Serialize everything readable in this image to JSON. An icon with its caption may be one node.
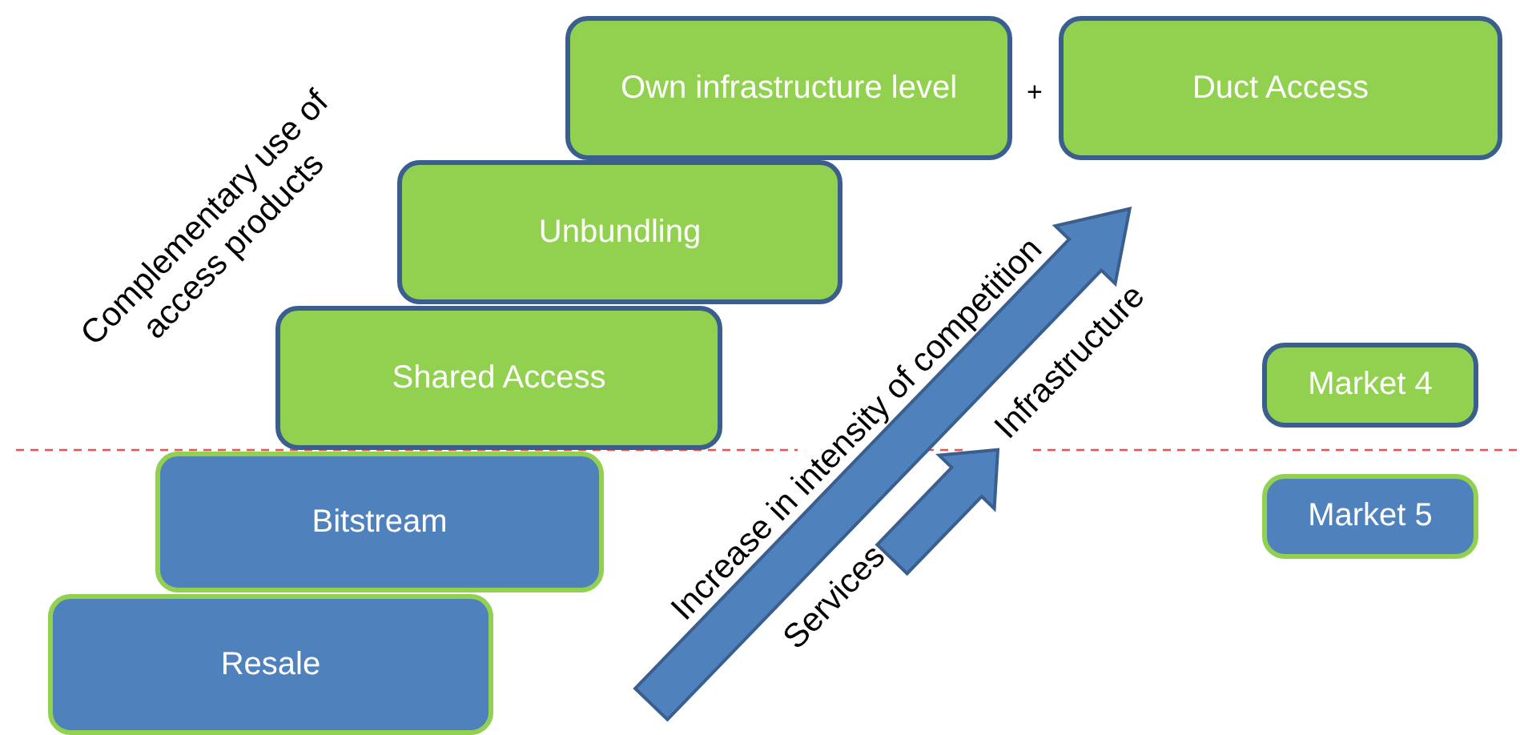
{
  "diagram": {
    "nodes": [
      {
        "text": [
          "Own infrastructure level"
        ]
      },
      {
        "text": [
          "Duct Access"
        ]
      },
      {
        "text": [
          "Unbundling"
        ]
      },
      {
        "text": [
          "Shared Access"
        ]
      },
      {
        "text": [
          "Bitstream"
        ]
      },
      {
        "text": [
          "Resale"
        ]
      }
    ],
    "edges": [],
    "labels": [
      "+",
      "Complementary use of access products",
      "Increase in intensity of competition",
      "Services",
      "Infrastructure"
    ],
    "legend": [
      {
        "text": "Market 4",
        "color": "#92d050"
      },
      {
        "text": "Market 5",
        "color": "#4f81bd"
      }
    ]
  }
}
